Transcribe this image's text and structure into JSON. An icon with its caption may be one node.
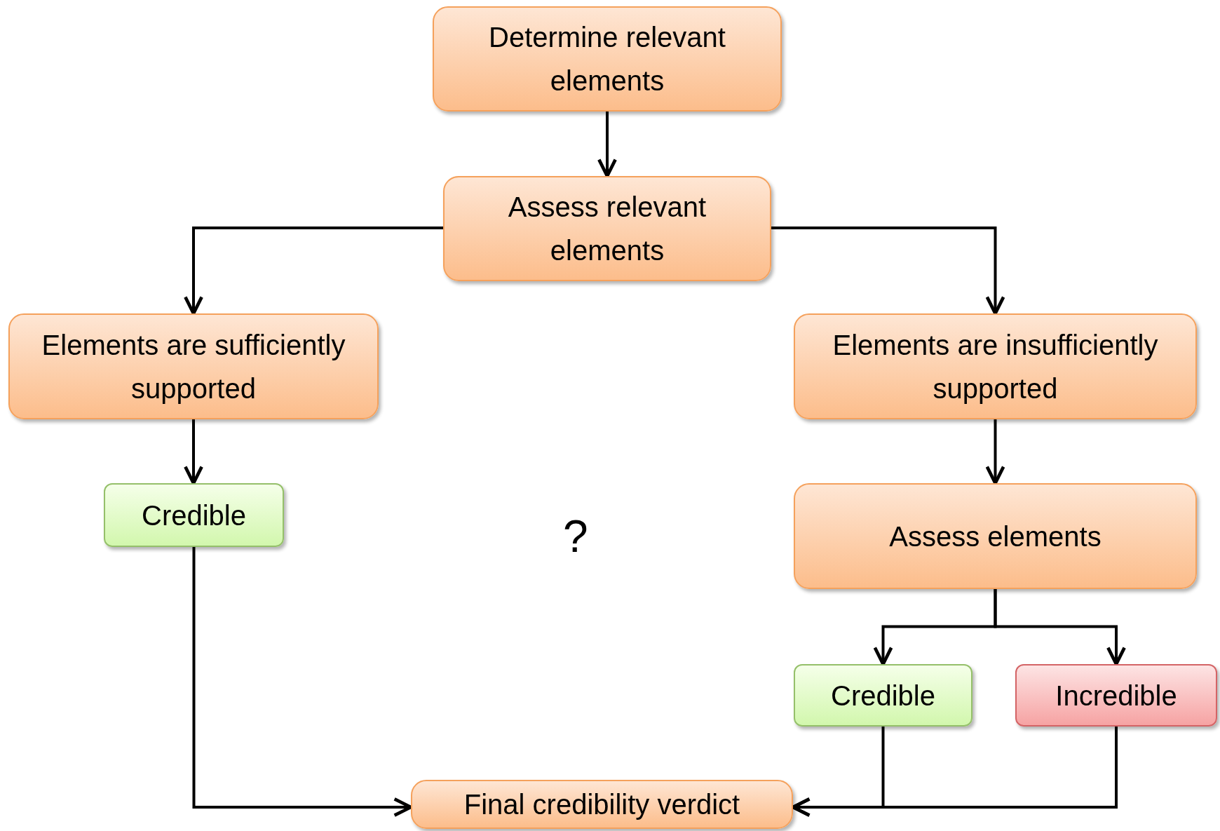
{
  "diagram": {
    "nodes": [
      {
        "text": [
          "Determine relevant elements"
        ]
      },
      {
        "text": [
          "Assess relevant elements"
        ]
      },
      {
        "text": [
          "Elements are sufficiently supported"
        ]
      },
      {
        "text": [
          "Elements are insufficiently supported"
        ]
      },
      {
        "text": [
          "Credible"
        ]
      },
      {
        "text": [
          "Assess elements"
        ]
      },
      {
        "text": [
          "Credible"
        ]
      },
      {
        "text": [
          "Incredible"
        ]
      },
      {
        "text": [
          "Final credibility verdict"
        ]
      }
    ],
    "edges": [
      {
        "from": 0,
        "to": 1,
        "arrow": "to"
      },
      {
        "from": 1,
        "to": 2,
        "arrow": "to"
      },
      {
        "from": 1,
        "to": 3,
        "arrow": "to"
      },
      {
        "from": 2,
        "to": 4,
        "arrow": "to"
      },
      {
        "from": 3,
        "to": 5,
        "arrow": "to"
      },
      {
        "from": 5,
        "to": 6,
        "arrow": "to"
      },
      {
        "from": 5,
        "to": 7,
        "arrow": "to"
      },
      {
        "from": 4,
        "to": 8,
        "arrow": "to"
      },
      {
        "from": 6,
        "to": 8,
        "arrow": "to"
      },
      {
        "from": 7,
        "to": 8,
        "arrow": "to"
      }
    ],
    "labels": [
      "?"
    ]
  }
}
